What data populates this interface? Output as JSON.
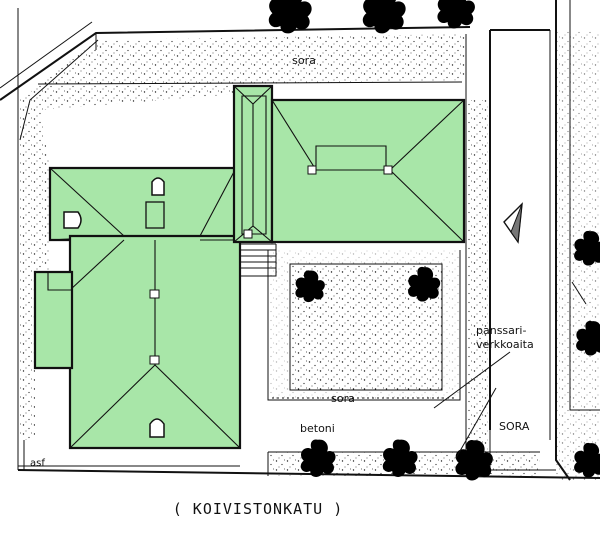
{
  "labels": {
    "sora_top": "sora",
    "sora_courtyard": "sora",
    "sora_right": "SORA",
    "betoni": "betoni",
    "panssari_line1": "panssari-",
    "panssari_line2": "verkkoaita",
    "asf": "asf",
    "street": "( KOIVISTONKATU )"
  },
  "colors": {
    "roof_fill": "#a8e6a8",
    "ink": "#111111"
  },
  "icons": [
    "tree-icon",
    "north-arrow-icon",
    "chimney-icon",
    "dormer-window-icon"
  ]
}
